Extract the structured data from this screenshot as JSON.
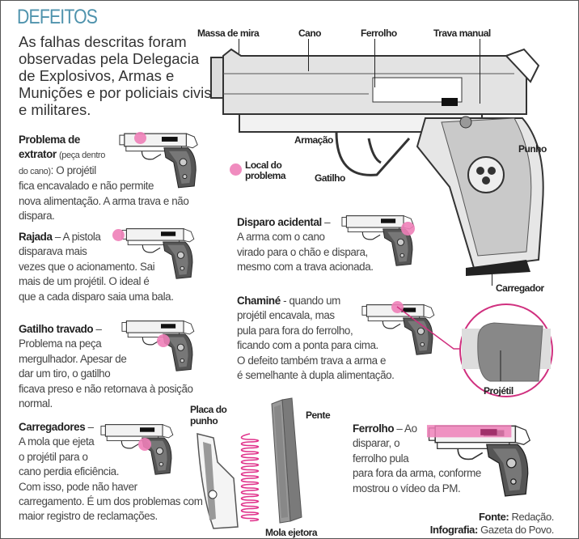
{
  "title": "DEFEITOS",
  "intro": "As falhas descritas foram observadas pela Delegacia de Explosivos, Armas e Munições e por policiais civis e militares.",
  "legend": {
    "label": "Local do problema",
    "color": "#ee80b8"
  },
  "main_pistol_labels": {
    "front_sight": "Massa de mira",
    "barrel": "Cano",
    "slide": "Ferrolho",
    "safety": "Trava manual",
    "frame": "Armação",
    "trigger": "Gatilho",
    "grip": "Punho",
    "magazine": "Carregador"
  },
  "defects": [
    {
      "title": "Problema de extrator",
      "note": "(peça dentro do cano)",
      "text": ": O projétil fica encavalado e não permite nova alimentação. A arma trava e não dispara."
    },
    {
      "title": "Rajada",
      "text": " – A pistola disparava mais vezes que o acionamento. Sai mais de um projétil. O ideal é que a cada disparo saia uma bala."
    },
    {
      "title": "Gatilho travado",
      "text": " – Problema na peça mergulhador. Apesar de dar um tiro, o gatilho ficava preso e não retornava à posição normal."
    },
    {
      "title": "Carregadores",
      "text": " – A mola que ejeta o projétil para o cano perdia eficiência. Com isso, pode não haver carregamento. É um dos problemas com maior registro de reclamações."
    },
    {
      "title": "Disparo acidental",
      "text": " – A arma com o cano virado para o chão e dispara, mesmo com a trava acionada."
    },
    {
      "title": "Chaminé",
      "text": " - quando um projétil encavala, mas pula para fora do ferrolho, ficando com a ponta para cima. O defeito também trava a arma e é semelhante à dupla alimentação."
    },
    {
      "title": "Ferrolho",
      "text": " – Ao disparar, o ferrolho pula para fora da arma, conforme mostrou o vídeo da PM."
    }
  ],
  "parts": {
    "grip_plate": "Placa do punho",
    "magazine": "Pente",
    "spring": "Mola ejetora",
    "bullet": "Projétil"
  },
  "credits": {
    "source_label": "Fonte:",
    "source": " Redação.",
    "graphic_label": "Infografia:",
    "graphic": " Gazeta do Povo."
  }
}
